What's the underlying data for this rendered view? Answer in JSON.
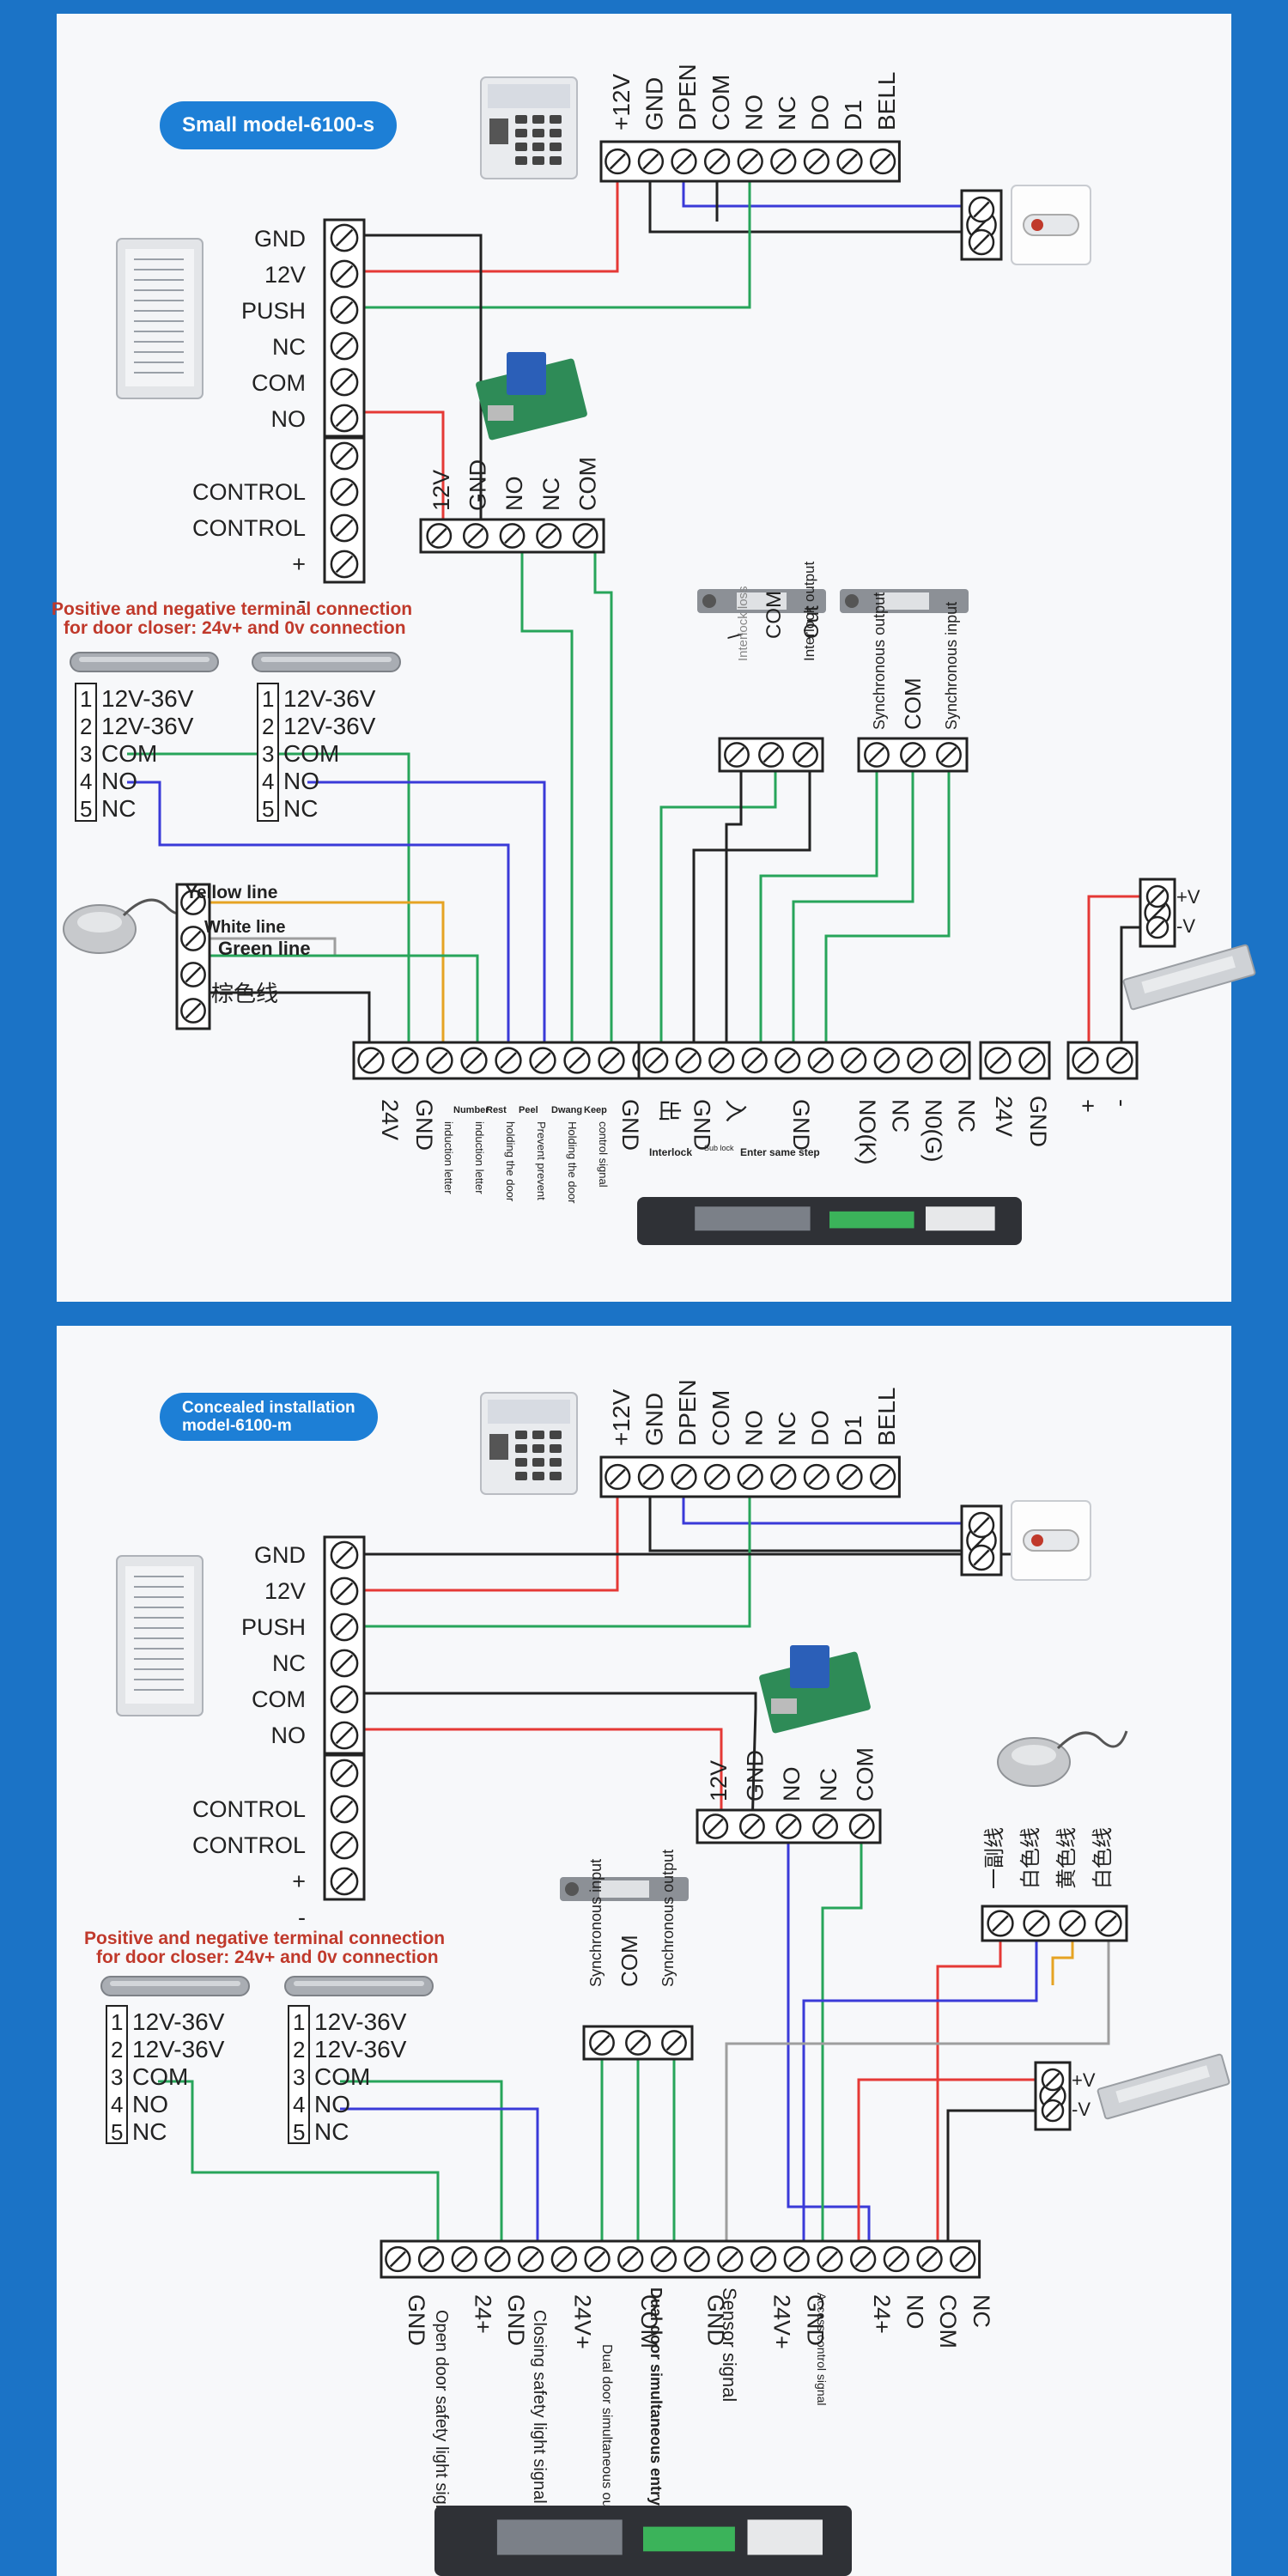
{
  "colors": {
    "background": "#1b73c6",
    "panel": "#f7f8fa",
    "badge": "#1d7fd6",
    "note": "#c0392b",
    "wire_red": "#e53935",
    "wire_green": "#27a55a",
    "wire_blue": "#3a3ad8",
    "wire_black": "#222222",
    "wire_yellow": "#e6a323",
    "wire_gray": "#9e9e9e"
  },
  "diagram_top": {
    "badge": "Small model-6100-s",
    "keypad_terminals": [
      "+12V",
      "GND",
      "DPEN",
      "COM",
      "NO",
      "NC",
      "DO",
      "D1",
      "BELL"
    ],
    "power_terminals": [
      "GND",
      "12V",
      "PUSH",
      "NC",
      "COM",
      "NO",
      "CONTROL",
      "CONTROL",
      "+",
      "-"
    ],
    "relay_terminals": [
      "12V",
      "GND",
      "NO",
      "NC",
      "COM"
    ],
    "note_line1": "Positive and negative terminal connection",
    "note_line2": "for door closer: 24v+ and 0v connection",
    "sensor_a": [
      {
        "n": "1",
        "t": "12V-36V"
      },
      {
        "n": "2",
        "t": "12V-36V"
      },
      {
        "n": "3",
        "t": "COM"
      },
      {
        "n": "4",
        "t": "NO"
      },
      {
        "n": "5",
        "t": "NC"
      }
    ],
    "sensor_b": [
      {
        "n": "1",
        "t": "12V-36V"
      },
      {
        "n": "2",
        "t": "12V-36V"
      },
      {
        "n": "3",
        "t": "COM"
      },
      {
        "n": "4",
        "t": "NO"
      },
      {
        "n": "5",
        "t": "NC"
      }
    ],
    "interlock_labels": [
      "\\",
      "COM",
      "Out"
    ],
    "interlock_sub": [
      "Interlock loss",
      "Interlock output"
    ],
    "sync_labels": [
      "Synchronous output",
      "COM",
      "Synchronous input"
    ],
    "button_lines": [
      "Yellow line",
      "White line",
      "Green line",
      "棕色线"
    ],
    "lock_terminals": [
      "+V",
      "-V"
    ],
    "bottom_group1": [
      "24V",
      "GND",
      "",
      "",
      "",
      "",
      "",
      "GND",
      ""
    ],
    "bottom_group1_small": [
      "Number",
      "Rest",
      "Peel",
      "Dwang",
      "Keep"
    ],
    "bottom_group1_sub": [
      "induction letter",
      "induction letter",
      "holding the door",
      "Prevent prevent",
      "Holding the door",
      "control signal"
    ],
    "bottom_group2": [
      "出",
      "GND",
      "入",
      "",
      "GND",
      "",
      "NO(K)",
      "NC",
      "N0(G)",
      "NC"
    ],
    "bottom_group2_sub": [
      "Interlock",
      "Sub lock",
      "Enter same step"
    ],
    "bottom_group3": [
      "24V",
      "GND"
    ],
    "bottom_group4": [
      "+",
      "-"
    ]
  },
  "diagram_bottom": {
    "badge_line1": "Concealed installation",
    "badge_line2": "model-6100-m",
    "keypad_terminals": [
      "+12V",
      "GND",
      "DPEN",
      "COM",
      "NO",
      "NC",
      "DO",
      "D1",
      "BELL"
    ],
    "power_terminals": [
      "GND",
      "12V",
      "PUSH",
      "NC",
      "COM",
      "NO",
      "CONTROL",
      "CONTROL",
      "+",
      "-"
    ],
    "relay_terminals": [
      "12V",
      "GND",
      "NO",
      "NC",
      "COM"
    ],
    "note_line1": "Positive and negative terminal connection",
    "note_line2": "for door closer: 24v+ and 0v connection",
    "sensor_a": [
      {
        "n": "1",
        "t": "12V-36V"
      },
      {
        "n": "2",
        "t": "12V-36V"
      },
      {
        "n": "3",
        "t": "COM"
      },
      {
        "n": "4",
        "t": "NO"
      },
      {
        "n": "5",
        "t": "NC"
      }
    ],
    "sensor_b": [
      {
        "n": "1",
        "t": "12V-36V"
      },
      {
        "n": "2",
        "t": "12V-36V"
      },
      {
        "n": "3",
        "t": "COM"
      },
      {
        "n": "4",
        "t": "NO"
      },
      {
        "n": "5",
        "t": "NC"
      }
    ],
    "sync_labels": [
      "Synchronous input",
      "COM",
      "Synchronous output"
    ],
    "button_lines": [
      "一副线",
      "白色线",
      "黄色线",
      "白色线"
    ],
    "lock_terminals": [
      "+V",
      "-V"
    ],
    "bottom_terminals": [
      "GND",
      "",
      "24+",
      "GND",
      "",
      "24V+",
      "",
      "COM",
      "",
      "GND",
      "",
      "24V+",
      "GND",
      "",
      "24+",
      "NO",
      "COM",
      "NC"
    ],
    "bottom_sub": [
      "Open door safety light signal",
      "Closing safety light signal",
      "Dual door simultaneous output",
      "Dual door simultaneous entry",
      "Sensor signal",
      "Access control signal"
    ]
  }
}
